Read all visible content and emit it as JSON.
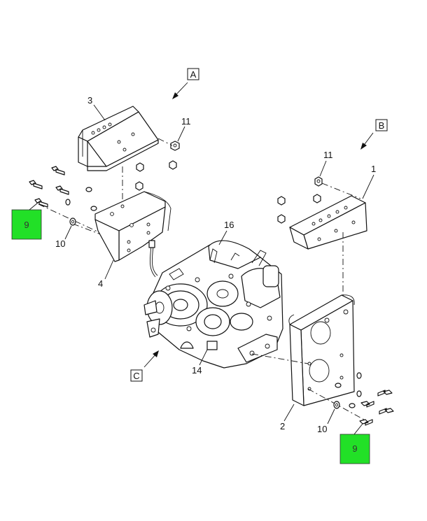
{
  "diagram": {
    "view_labels": {
      "a": "A",
      "b": "B",
      "c": "C"
    },
    "callouts": {
      "c1": "1",
      "c2": "2",
      "c3": "3",
      "c4": "4",
      "c11a": "11",
      "c11b": "11",
      "c10a": "10",
      "c10b": "10",
      "c14": "14",
      "c16": "16"
    },
    "hotspots": {
      "h9a": "9",
      "h9b": "9"
    },
    "colors": {
      "hotspot": "#22e027",
      "ink": "#111111"
    }
  }
}
